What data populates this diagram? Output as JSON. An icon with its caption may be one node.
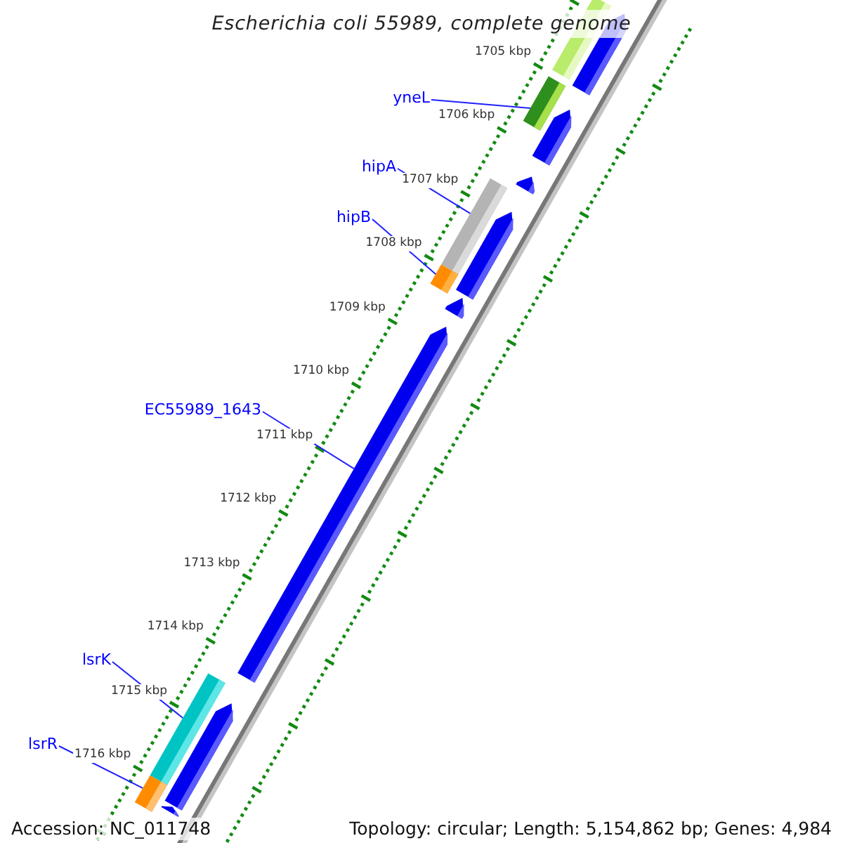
{
  "diagram": {
    "title": "Escherichia coli 55989, complete genome",
    "nodes": [
      {
        "text": [
          "yneL"
        ]
      },
      {
        "text": [
          "hipA"
        ]
      },
      {
        "text": [
          "hipB"
        ]
      },
      {
        "text": [
          "EC55989_1643"
        ]
      },
      {
        "text": [
          "lsrK"
        ]
      },
      {
        "text": [
          "lsrR"
        ]
      },
      {
        "text": [],
        "shape": "bar"
      },
      {
        "text": [],
        "shape": "bar"
      },
      {
        "text": [],
        "shape": "bar"
      },
      {
        "text": [],
        "shape": "bar"
      },
      {
        "text": [],
        "shape": "bar"
      },
      {
        "text": [],
        "shape": "bar"
      },
      {
        "text": [],
        "shape": "bar"
      },
      {
        "text": [],
        "shape": "bar"
      },
      {
        "text": [],
        "shape": "bar"
      },
      {
        "text": [],
        "shape": "bar"
      },
      {
        "text": [],
        "shape": "bar"
      },
      {
        "text": [],
        "shape": "bar"
      },
      {
        "text": [],
        "shape": "bar"
      },
      {
        "text": [],
        "shape": "bar"
      }
    ],
    "edges": [
      {
        "from": 0,
        "to": 8,
        "arrow": "none"
      },
      {
        "from": 1,
        "to": 10,
        "arrow": "none"
      },
      {
        "from": 2,
        "to": 13,
        "arrow": "none"
      },
      {
        "from": 3,
        "to": 15,
        "arrow": "none"
      },
      {
        "from": 4,
        "to": 16,
        "arrow": "none"
      },
      {
        "from": 5,
        "to": 18,
        "arrow": "none"
      }
    ],
    "labels": [
      "1705 kbp",
      "1706 kbp",
      "1707 kbp",
      "1708 kbp",
      "1709 kbp",
      "1710 kbp",
      "1711 kbp",
      "1712 kbp",
      "1713 kbp",
      "1714 kbp",
      "1715 kbp",
      "1716 kbp",
      "Accession: NC_011748",
      "Topology: circular; Length: 5,154,862 bp; Genes: 4,984"
    ]
  }
}
